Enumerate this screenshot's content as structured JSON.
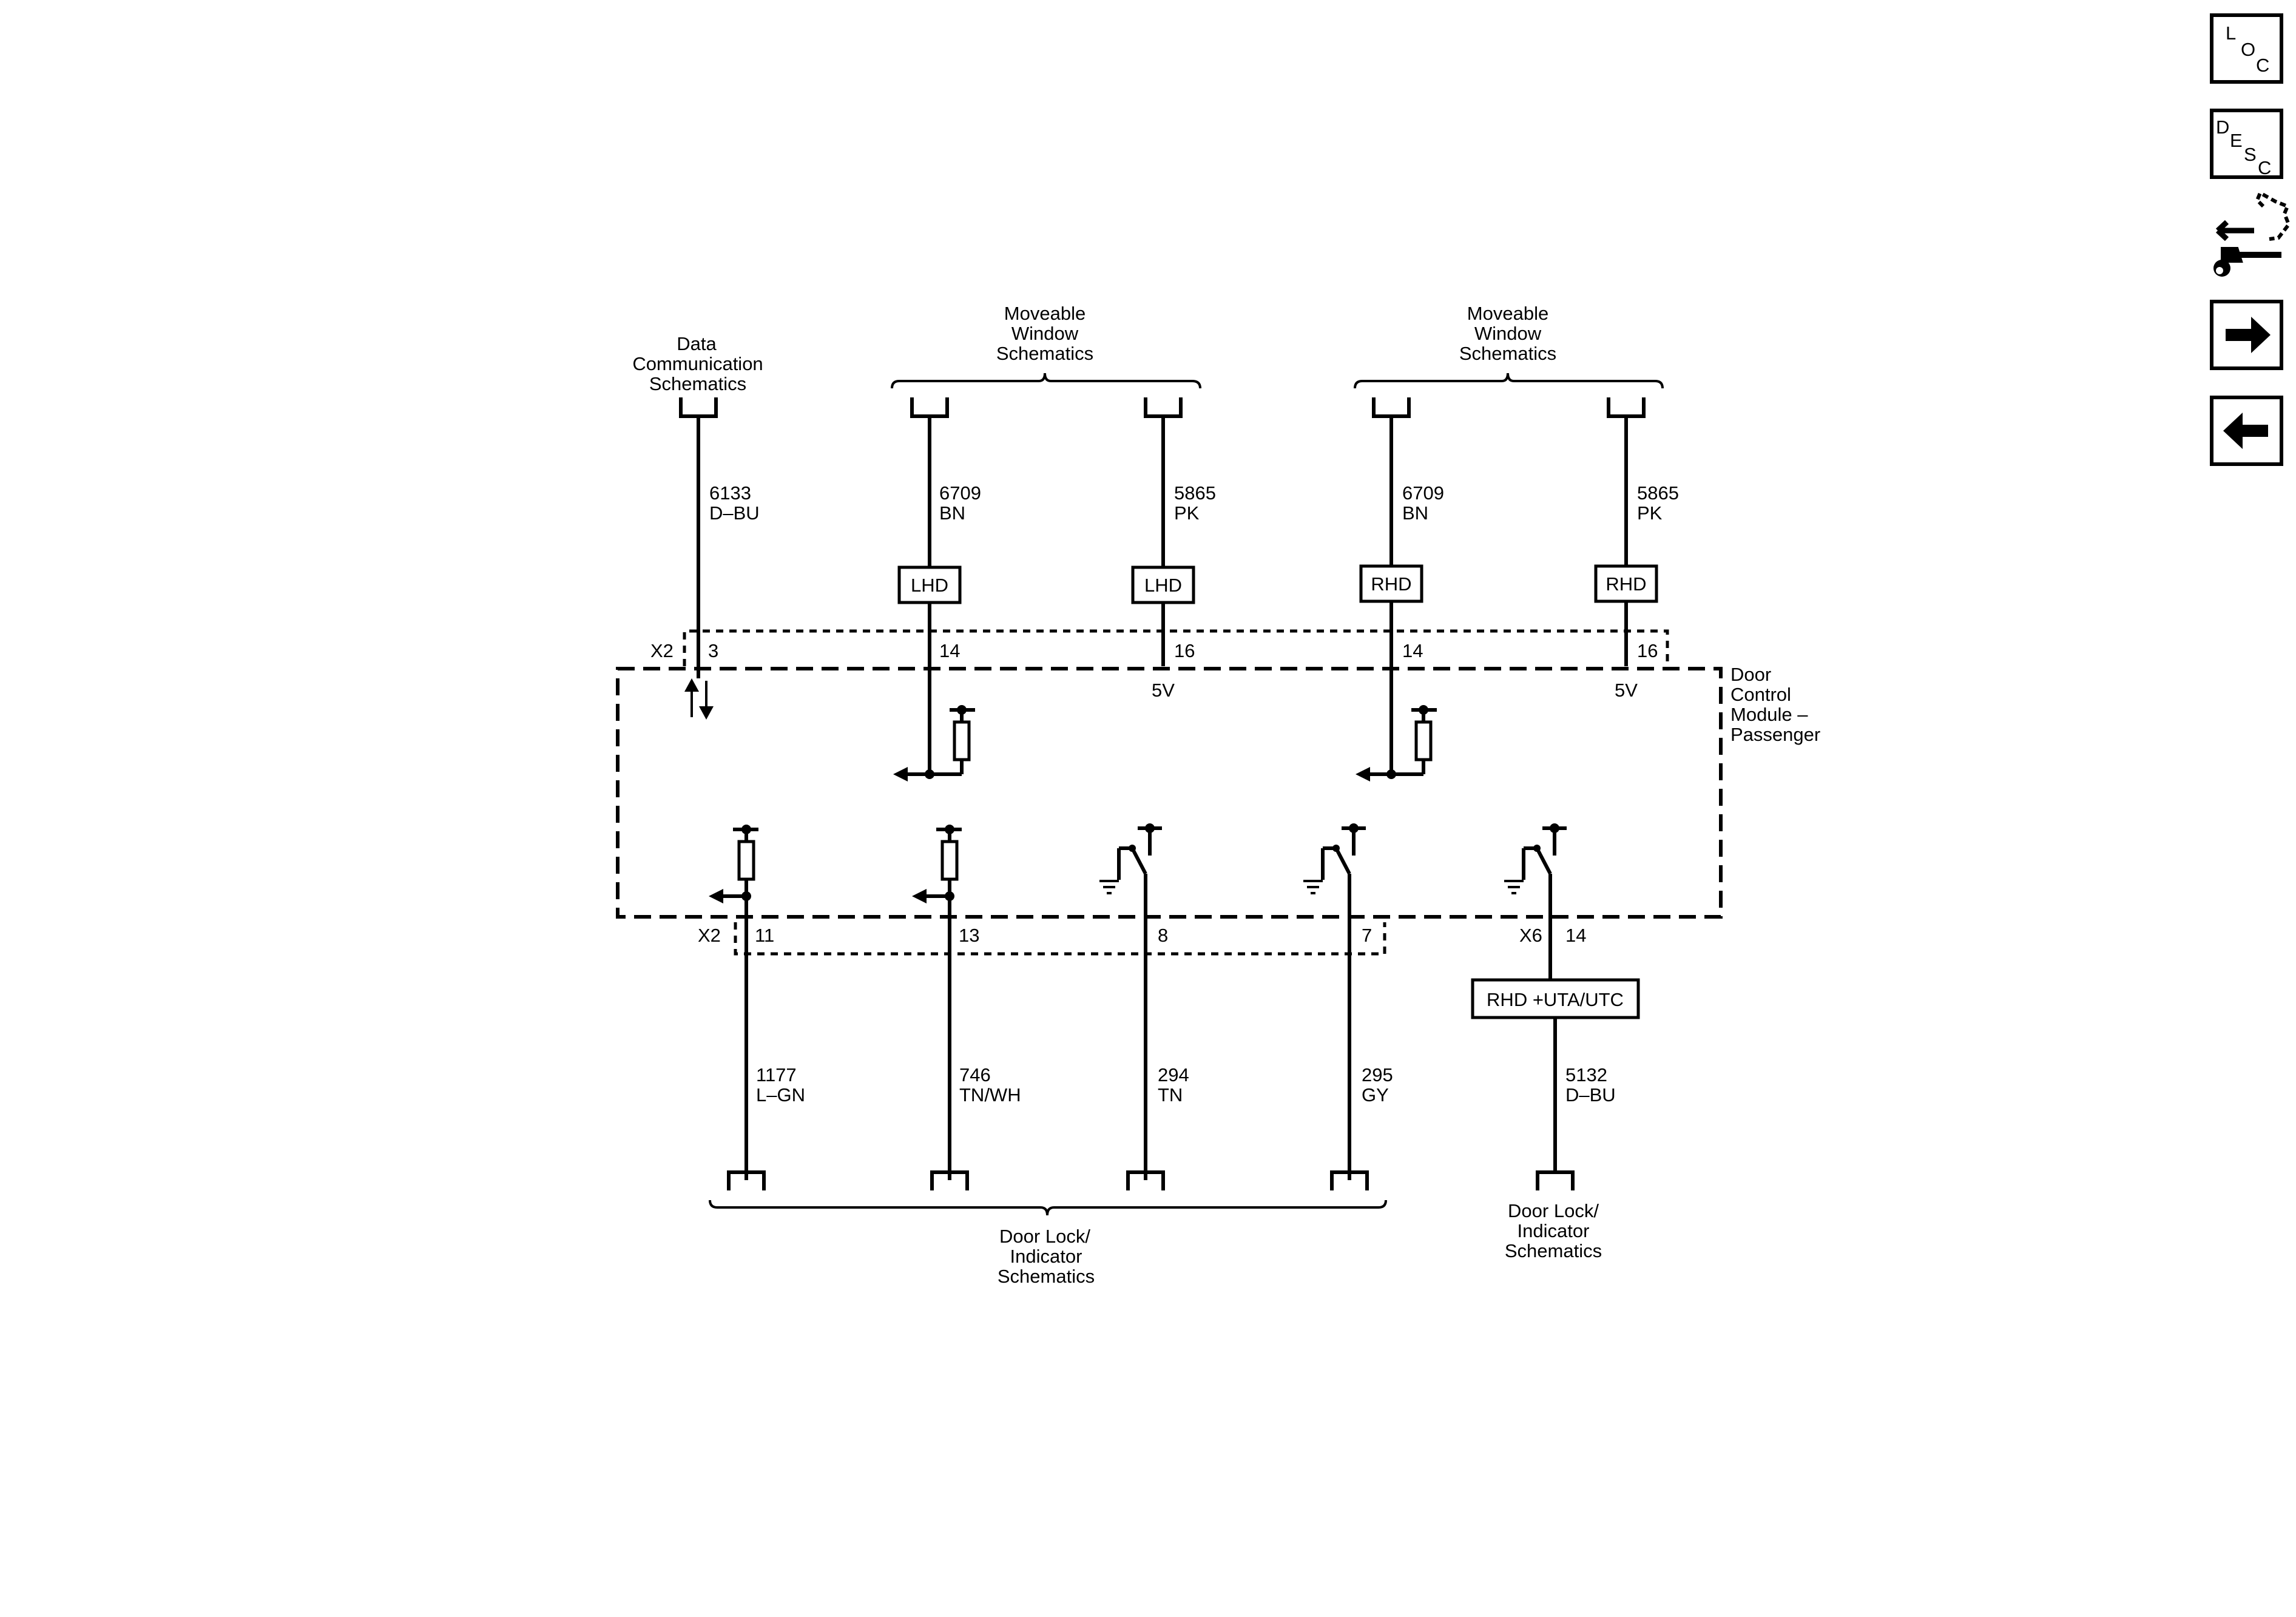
{
  "nav": {
    "loc": [
      "L",
      "O",
      "C"
    ],
    "desc": [
      "D",
      "E",
      "S",
      "C"
    ]
  },
  "top_labels": {
    "data_comm": [
      "Data",
      "Communication",
      "Schematics"
    ],
    "moveable_window": [
      "Moveable",
      "Window",
      "Schematics"
    ]
  },
  "module": {
    "name": [
      "Door",
      "Control",
      "Module –",
      "Passenger"
    ],
    "top_connector": "X2",
    "bottom_connector": "X2",
    "x6_connector": "X6",
    "voltage": "5V"
  },
  "top_circuits": [
    {
      "circuit": "6133",
      "color": "D–BU",
      "pin": "3"
    },
    {
      "circuit": "6709",
      "color": "BN",
      "pin": "14",
      "option": "LHD"
    },
    {
      "circuit": "5865",
      "color": "PK",
      "pin": "16",
      "option": "LHD"
    },
    {
      "circuit": "6709",
      "color": "BN",
      "pin": "14",
      "option": "RHD"
    },
    {
      "circuit": "5865",
      "color": "PK",
      "pin": "16",
      "option": "RHD"
    }
  ],
  "bottom_circuits": [
    {
      "circuit": "1177",
      "color": "L–GN",
      "pin": "11"
    },
    {
      "circuit": "746",
      "color": "TN/WH",
      "pin": "13"
    },
    {
      "circuit": "294",
      "color": "TN",
      "pin": "8"
    },
    {
      "circuit": "295",
      "color": "GY",
      "pin": "7"
    },
    {
      "circuit": "5132",
      "color": "D–BU",
      "pin": "14",
      "option": "RHD +UTA/UTC"
    }
  ],
  "bottom_labels": {
    "door_lock": [
      "Door Lock/",
      "Indicator",
      "Schematics"
    ]
  }
}
